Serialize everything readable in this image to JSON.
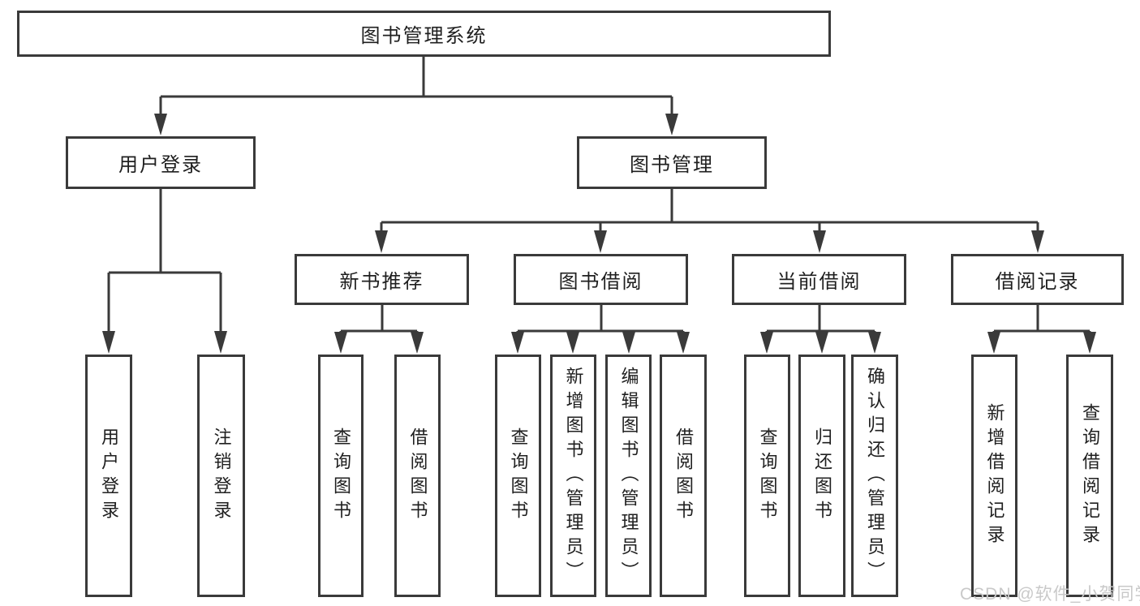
{
  "diagram_type": "hierarchy-tree",
  "line_color": "#3a3a3a",
  "background_color": "#ffffff",
  "tree": {
    "root": {
      "label": "图书管理系统",
      "children": [
        {
          "label": "用户登录",
          "children": [
            {
              "label": "用户登录"
            },
            {
              "label": "注销登录"
            }
          ]
        },
        {
          "label": "图书管理",
          "children": [
            {
              "label": "新书推荐",
              "children": [
                {
                  "label": "查询图书"
                },
                {
                  "label": "借阅图书"
                }
              ]
            },
            {
              "label": "图书借阅",
              "children": [
                {
                  "label": "查询图书"
                },
                {
                  "label": "新增图书（管理员）"
                },
                {
                  "label": "编辑图书（管理员）"
                },
                {
                  "label": "借阅图书"
                }
              ]
            },
            {
              "label": "当前借阅",
              "children": [
                {
                  "label": "查询图书"
                },
                {
                  "label": "归还图书"
                },
                {
                  "label": "确认归还（管理员）"
                }
              ]
            },
            {
              "label": "借阅记录",
              "children": [
                {
                  "label": "新增借阅记录"
                },
                {
                  "label": "查询借阅记录"
                }
              ]
            }
          ]
        }
      ]
    }
  },
  "watermark": {
    "text": "CSDN @软件_小贺同学",
    "color": "#c9c9c9"
  }
}
